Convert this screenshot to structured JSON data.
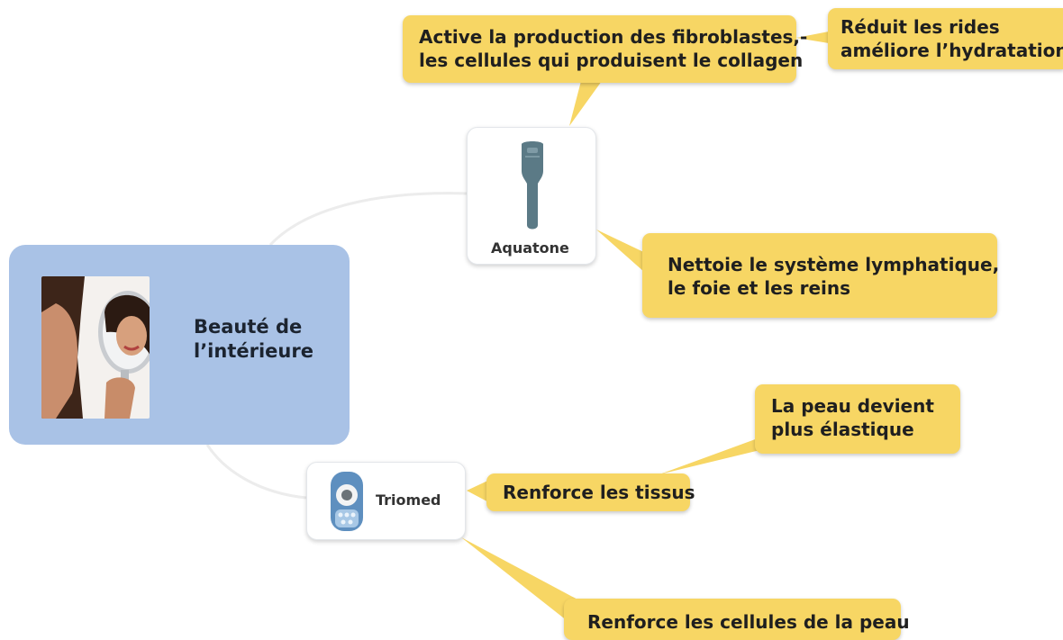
{
  "central_topic": {
    "title": "Beauté de l’intérieure"
  },
  "branches": [
    {
      "product": "Aquatone",
      "benefits": [
        {
          "text_lines": [
            "Active la production des fibroblastes,-",
            "les cellules qui produisent le collagen"
          ],
          "sub": {
            "text_lines": [
              "Réduit les rides",
              "améliore l’hydratation"
            ]
          }
        },
        {
          "text_lines": [
            "Nettoie le système lymphatique,",
            "le foie et les reins"
          ]
        }
      ]
    },
    {
      "product": "Triomed",
      "benefits": [
        {
          "text_lines": [
            "Renforce les tissus"
          ],
          "sub": {
            "text_lines": [
              "La peau devient",
              "plus élastique"
            ]
          }
        },
        {
          "text_lines": [
            "Renforce les cellules de la peau"
          ]
        }
      ]
    }
  ],
  "colors": {
    "central_fill": "#a9c2e6",
    "callout_fill": "#f7d664",
    "connector": "#ececec",
    "callout_text": "#1f1f1f"
  },
  "icons": {
    "central_image": "woman-with-mirror-photo",
    "aquatone": "handheld-device-icon",
    "triomed": "triomed-device-icon"
  }
}
